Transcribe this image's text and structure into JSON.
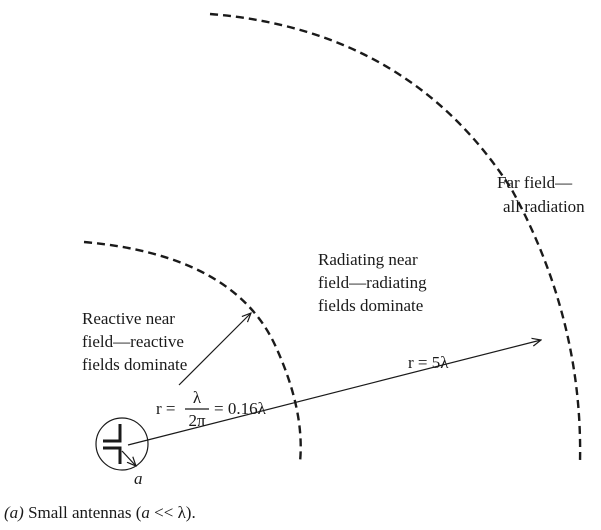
{
  "regions": {
    "reactive": {
      "line1": "Reactive near",
      "line2": "field—reactive",
      "line3": "fields dominate"
    },
    "radiating": {
      "line1": "Radiating near",
      "line2": "field—radiating",
      "line3": "fields dominate"
    },
    "far": {
      "line1": "Far field—",
      "line2": "all radiation"
    }
  },
  "radius_near": {
    "prefix": "r =",
    "numerator": "λ",
    "denominator": "2π",
    "suffix": "= 0.16λ"
  },
  "radius_far": {
    "label": "r = 5λ"
  },
  "antenna": {
    "size_label": "a"
  },
  "caption": {
    "tag": "(a)",
    "text": " Small antennas (",
    "var": "a",
    "rest": " << λ)."
  }
}
